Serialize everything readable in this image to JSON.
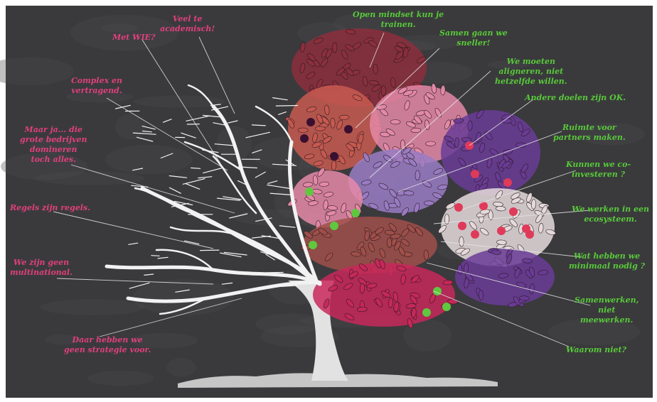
{
  "colors": {
    "board": "#3a3a3c",
    "negative_text": "#e0407a",
    "positive_text": "#58c93a",
    "branches": "#f2f2f2",
    "foliage_wine": "#8c2f3c",
    "foliage_salmon": "#c85a50",
    "foliage_pink": "#e58aa8",
    "foliage_lilac": "#9a7cc4",
    "foliage_purple": "#6a3c96",
    "foliage_white": "#e6dcdc",
    "foliage_brown": "#a0504a",
    "foliage_magenta": "#c8285a",
    "fruit_green": "#5fc83e",
    "fruit_red": "#e03a5a",
    "fruit_dark": "#3a1030"
  },
  "negative_statements": [
    {
      "id": "veel-te-academisch",
      "lines": [
        "Veel te",
        "academisch!"
      ]
    },
    {
      "id": "met-wie",
      "lines": [
        "Met WIE?"
      ]
    },
    {
      "id": "complex",
      "lines": [
        "Complex en",
        "vertragend."
      ]
    },
    {
      "id": "maar-ja",
      "lines": [
        "Maar ja... die",
        "grote bedrijven",
        "domineren",
        "toch alles."
      ]
    },
    {
      "id": "regels",
      "lines": [
        "Regels zijn regels."
      ]
    },
    {
      "id": "multinational",
      "lines": [
        "We zijn geen",
        "multinational."
      ]
    },
    {
      "id": "geen-strategie",
      "lines": [
        "Daar hebben we",
        "geen strategie voor."
      ]
    }
  ],
  "positive_statements": [
    {
      "id": "open-mindset",
      "lines": [
        "Open mindset kun je",
        "trainen."
      ]
    },
    {
      "id": "samen-sneller",
      "lines": [
        "Samen gaan we",
        "sneller!"
      ]
    },
    {
      "id": "aligneren",
      "lines": [
        "We moeten",
        "aligneren, niet",
        "hetzelfde willen."
      ]
    },
    {
      "id": "andere-doelen",
      "lines": [
        "Andere doelen zijn OK."
      ]
    },
    {
      "id": "ruimte-partners",
      "lines": [
        "Ruimte voor",
        "partners maken."
      ]
    },
    {
      "id": "co-investeren",
      "lines": [
        "Kunnen we co-",
        "investeren ?"
      ]
    },
    {
      "id": "ecosysteem",
      "lines": [
        "We werken in een",
        "ecosysteem."
      ]
    },
    {
      "id": "minimaal-nodig",
      "lines": [
        "Wat hebben we",
        "minimaal nodig ?"
      ]
    },
    {
      "id": "samenwerken",
      "lines": [
        "Samenwerken,",
        "niet",
        "meewerken."
      ]
    },
    {
      "id": "waarom-niet",
      "lines": [
        "Waarom niet?"
      ]
    }
  ]
}
